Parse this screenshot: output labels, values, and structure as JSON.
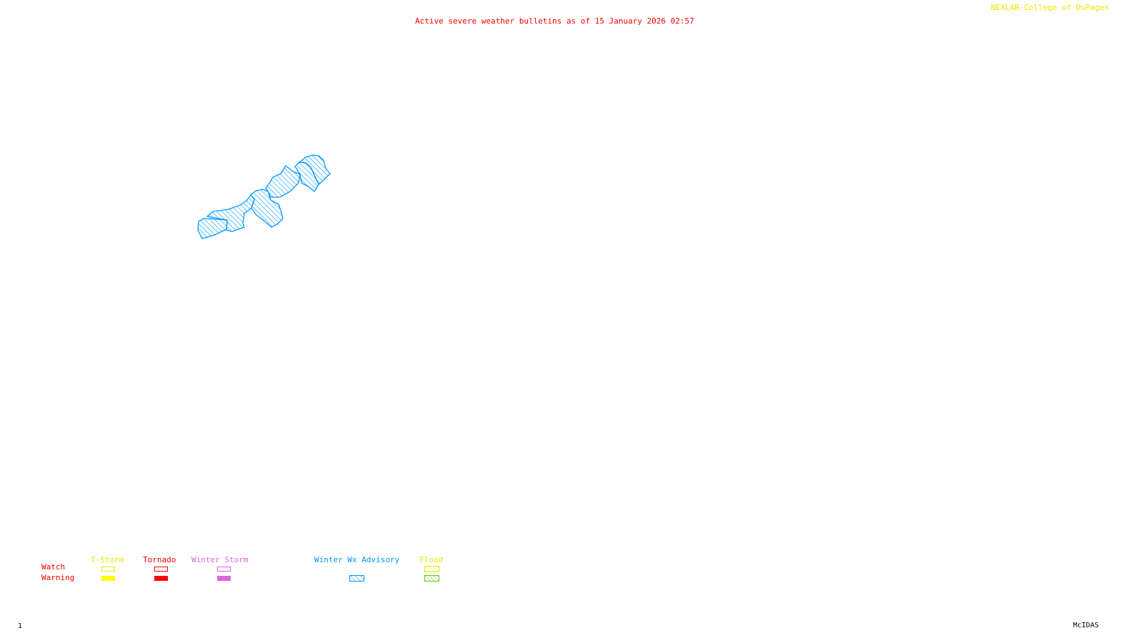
{
  "header": {
    "title": "Active severe weather bulletins as of 15 January 2026 02:57",
    "credit": "NEXLAB-College of DuPage",
    "credit_icon": "arrow-icon"
  },
  "footer": {
    "frame_number": "1",
    "software": "McIDAS"
  },
  "colors": {
    "title": "#ff0000",
    "credit": "#ffff00",
    "tstorm": "#ffff00",
    "tornado": "#ff0000",
    "winter_storm": "#dd66dd",
    "winter_wx_advisory": "#0099ff",
    "flood_watch": "#ffff00",
    "flood_warning": "#66cc00"
  },
  "legend": {
    "row_labels": {
      "watch": "Watch",
      "warning": "Warning"
    },
    "categories": [
      {
        "label": "T-Storm",
        "watch": "outline",
        "warning": "filled"
      },
      {
        "label": "Tornado",
        "watch": "outline",
        "warning": "filled"
      },
      {
        "label": "Winter Storm",
        "watch": "outline",
        "warning": "filled"
      },
      {
        "label": "Winter Wx Advisory",
        "watch": "none",
        "warning": "hatched"
      },
      {
        "label": "Flood",
        "watch": "hatched",
        "warning": "hatched"
      }
    ]
  },
  "map": {
    "active_bulletin_type": "Winter Wx Advisory",
    "county_count_shown": 6
  }
}
